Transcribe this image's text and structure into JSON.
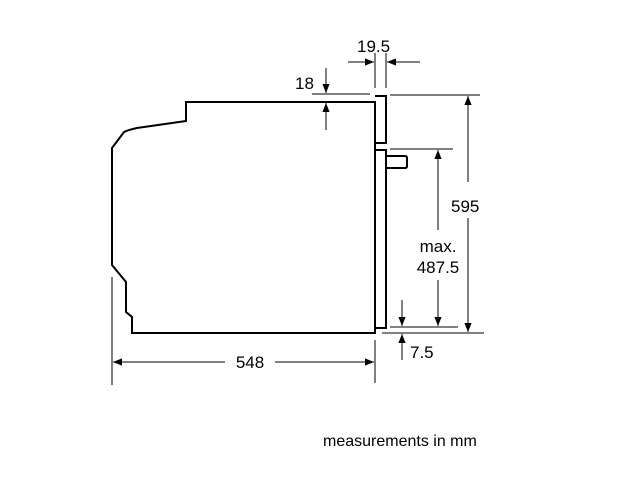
{
  "dimensions": {
    "door_thickness": "19.5",
    "top_offset": "18",
    "height": "595",
    "niche_label": "max.",
    "niche_height": "487.5",
    "bottom_offset": "7.5",
    "depth": "548"
  },
  "footer": {
    "note": "measurements in mm"
  },
  "colors": {
    "line": "#000000",
    "background": "#ffffff"
  }
}
